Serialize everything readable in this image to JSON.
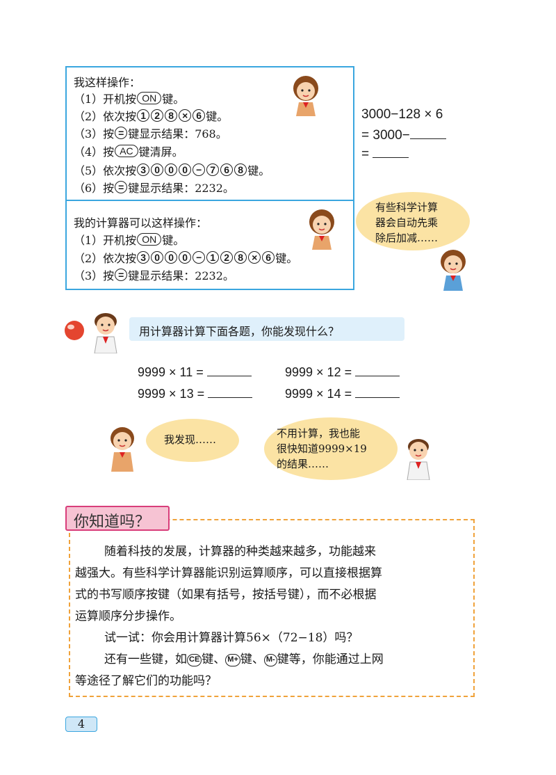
{
  "box1": {
    "intro": "我这样操作：",
    "s1_pre": "（1）开机按",
    "s1_post": "键。",
    "s2_pre": "（2）依次按",
    "s2_post": "键。",
    "s3_pre": "（3）按",
    "s3_post": "键显示结果：768。",
    "s4_pre": "（4）按",
    "s4_post": "键清屏。",
    "s5_pre": "（5）依次按",
    "s5_post": "键。",
    "s6_pre": "（6）按",
    "s6_post": "键显示结果：2232。"
  },
  "box2": {
    "intro": "我的计算器可以这样操作：",
    "s1_pre": "（1）开机按",
    "s1_post": "键。",
    "s2_pre": "（2）依次按",
    "s2_post": "键。",
    "s3_pre": "（3）按",
    "s3_post": "键显示结果：2232。"
  },
  "keys": {
    "on": "ON",
    "ac": "AC",
    "eq": "=",
    "times": "×",
    "minus": "−",
    "k0": "0",
    "k1": "1",
    "k2": "2",
    "k3": "3",
    "k6": "6",
    "k7": "7",
    "k8": "8"
  },
  "calc": {
    "l1": "3000−128 × 6",
    "l2": "= 3000−",
    "l3": "="
  },
  "bubble_sci": {
    "l1": "有些科学计算",
    "l2": "器会自动先乘",
    "l3": "除后加减……"
  },
  "question": "用计算器计算下面各题，你能发现什么？",
  "exercises": [
    "9999 × 11 =",
    "9999 × 12 =",
    "9999 × 13 =",
    "9999 × 14 ="
  ],
  "bubble_find": "我发现……",
  "bubble_quick": {
    "l1": "不用计算，我也能",
    "l2": "很快知道9999×19",
    "l3": "的结果……"
  },
  "dyk": {
    "title": "你知道吗？",
    "p1_l1": "随着科技的发展，计算器的种类越来越多，功能越来",
    "p1_l2": "越强大。有些科学计算器能识别运算顺序，可以直接根据算",
    "p1_l3": "式的书写顺序按键（如果有括号，按括号键），而不必根据",
    "p1_l4": "运算顺序分步操作。",
    "p2": "试一试：你会用计算器计算56×（72−18）吗？",
    "p3_a": "还有一些键，如",
    "p3_b": "键、",
    "p3_c": "键、",
    "p3_d": "键等，你能通过上网",
    "p3_l2": "等途径了解它们的功能吗？",
    "key_ce": "CE",
    "key_mplus": "M+",
    "key_mminus": "M-"
  },
  "page_number": "4",
  "colors": {
    "box_border": "#3aa6df",
    "bubble": "#fbe3a4",
    "dyk_border": "#f0a23a",
    "dyk_title": "#d83d7a"
  }
}
